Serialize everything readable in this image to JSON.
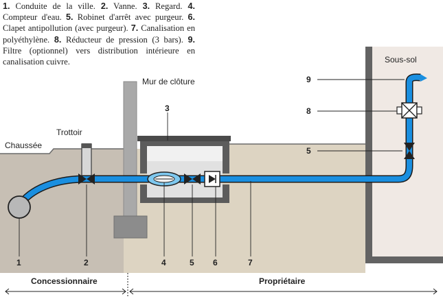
{
  "legend": [
    {
      "num": "1.",
      "text": "Conduite de la ville."
    },
    {
      "num": "2.",
      "text": "Vanne."
    },
    {
      "num": "3.",
      "text": "Regard."
    },
    {
      "num": "4.",
      "text": "Compteur d'eau."
    },
    {
      "num": "5.",
      "text": "Robinet d'arrêt avec purgeur."
    },
    {
      "num": "6.",
      "text": "Clapet antipollution (avec purgeur)."
    },
    {
      "num": "7.",
      "text": "Canalisation en polyéthylène."
    },
    {
      "num": "8.",
      "text": "Réducteur de pression (3 bars)."
    },
    {
      "num": "9.",
      "text": "Filtre (optionnel) vers distribution intérieure en canalisation cuivre."
    }
  ],
  "labels": {
    "chaussee": "Chaussée",
    "trottoir": "Trottoir",
    "mur": "Mur de clôture",
    "sous_sol": "Sous-sol"
  },
  "callouts": {
    "n1": "1",
    "n2": "2",
    "n3": "3",
    "n4": "4",
    "n5a": "5",
    "n6": "6",
    "n7": "7",
    "n5b": "5",
    "n8": "8",
    "n9": "9"
  },
  "zones": {
    "concessionnaire": "Concessionnaire",
    "proprietaire": "Propriétaire"
  },
  "colors": {
    "pipe": "#1a8fe0",
    "ground_left": "#c7bfb4",
    "ground_right": "#ddd4c2",
    "wall": "#636363",
    "interior": "#f0e9e4"
  }
}
